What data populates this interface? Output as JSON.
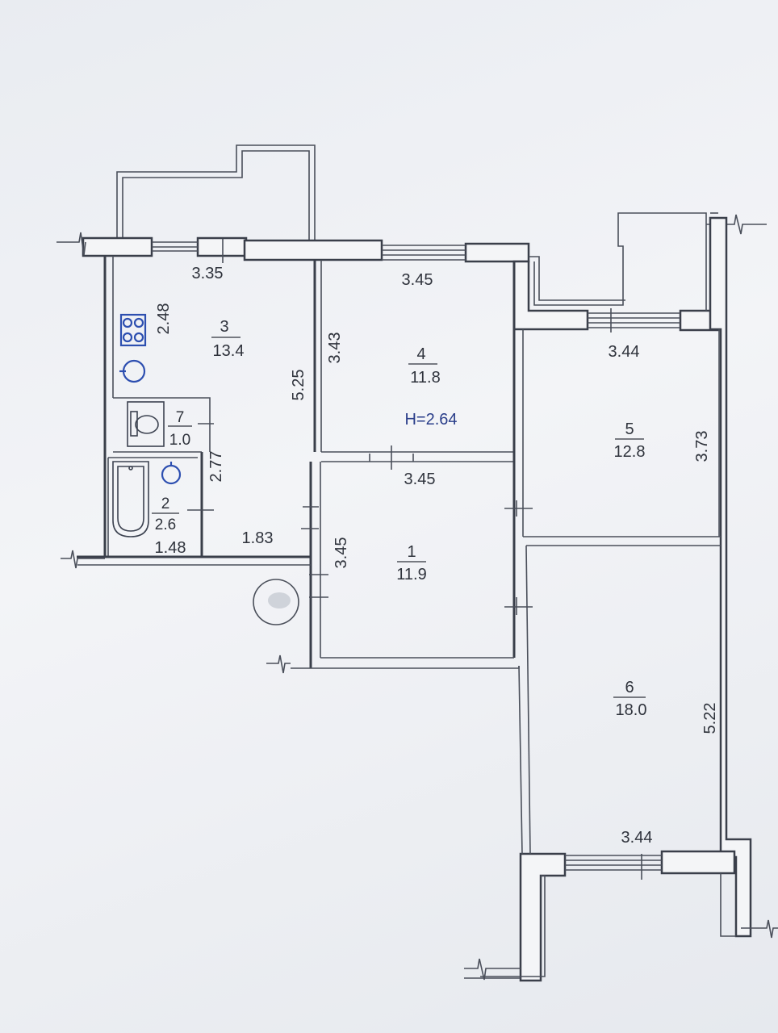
{
  "plan": {
    "ceiling_height": "H=2.64",
    "rooms": [
      {
        "number": "1",
        "area": "11.9"
      },
      {
        "number": "2",
        "area": "2.6"
      },
      {
        "number": "3",
        "area": "13.4"
      },
      {
        "number": "4",
        "area": "11.8"
      },
      {
        "number": "5",
        "area": "12.8"
      },
      {
        "number": "6",
        "area": "18.0"
      },
      {
        "number": "7",
        "area": "1.0"
      }
    ],
    "dimensions": {
      "kitchen_top": "3.35",
      "kitchen_side": "2.48",
      "kitchen_right": "5.25",
      "room4_top": "3.45",
      "room4_side": "3.43",
      "room1_top": "3.45",
      "room1_side": "3.45",
      "room5_top": "3.44",
      "room5_side": "3.73",
      "room6_bottom": "3.44",
      "room6_side": "5.22",
      "bath_side": "2.77",
      "bath_bottom": "1.48",
      "hall_bottom": "1.83"
    }
  }
}
